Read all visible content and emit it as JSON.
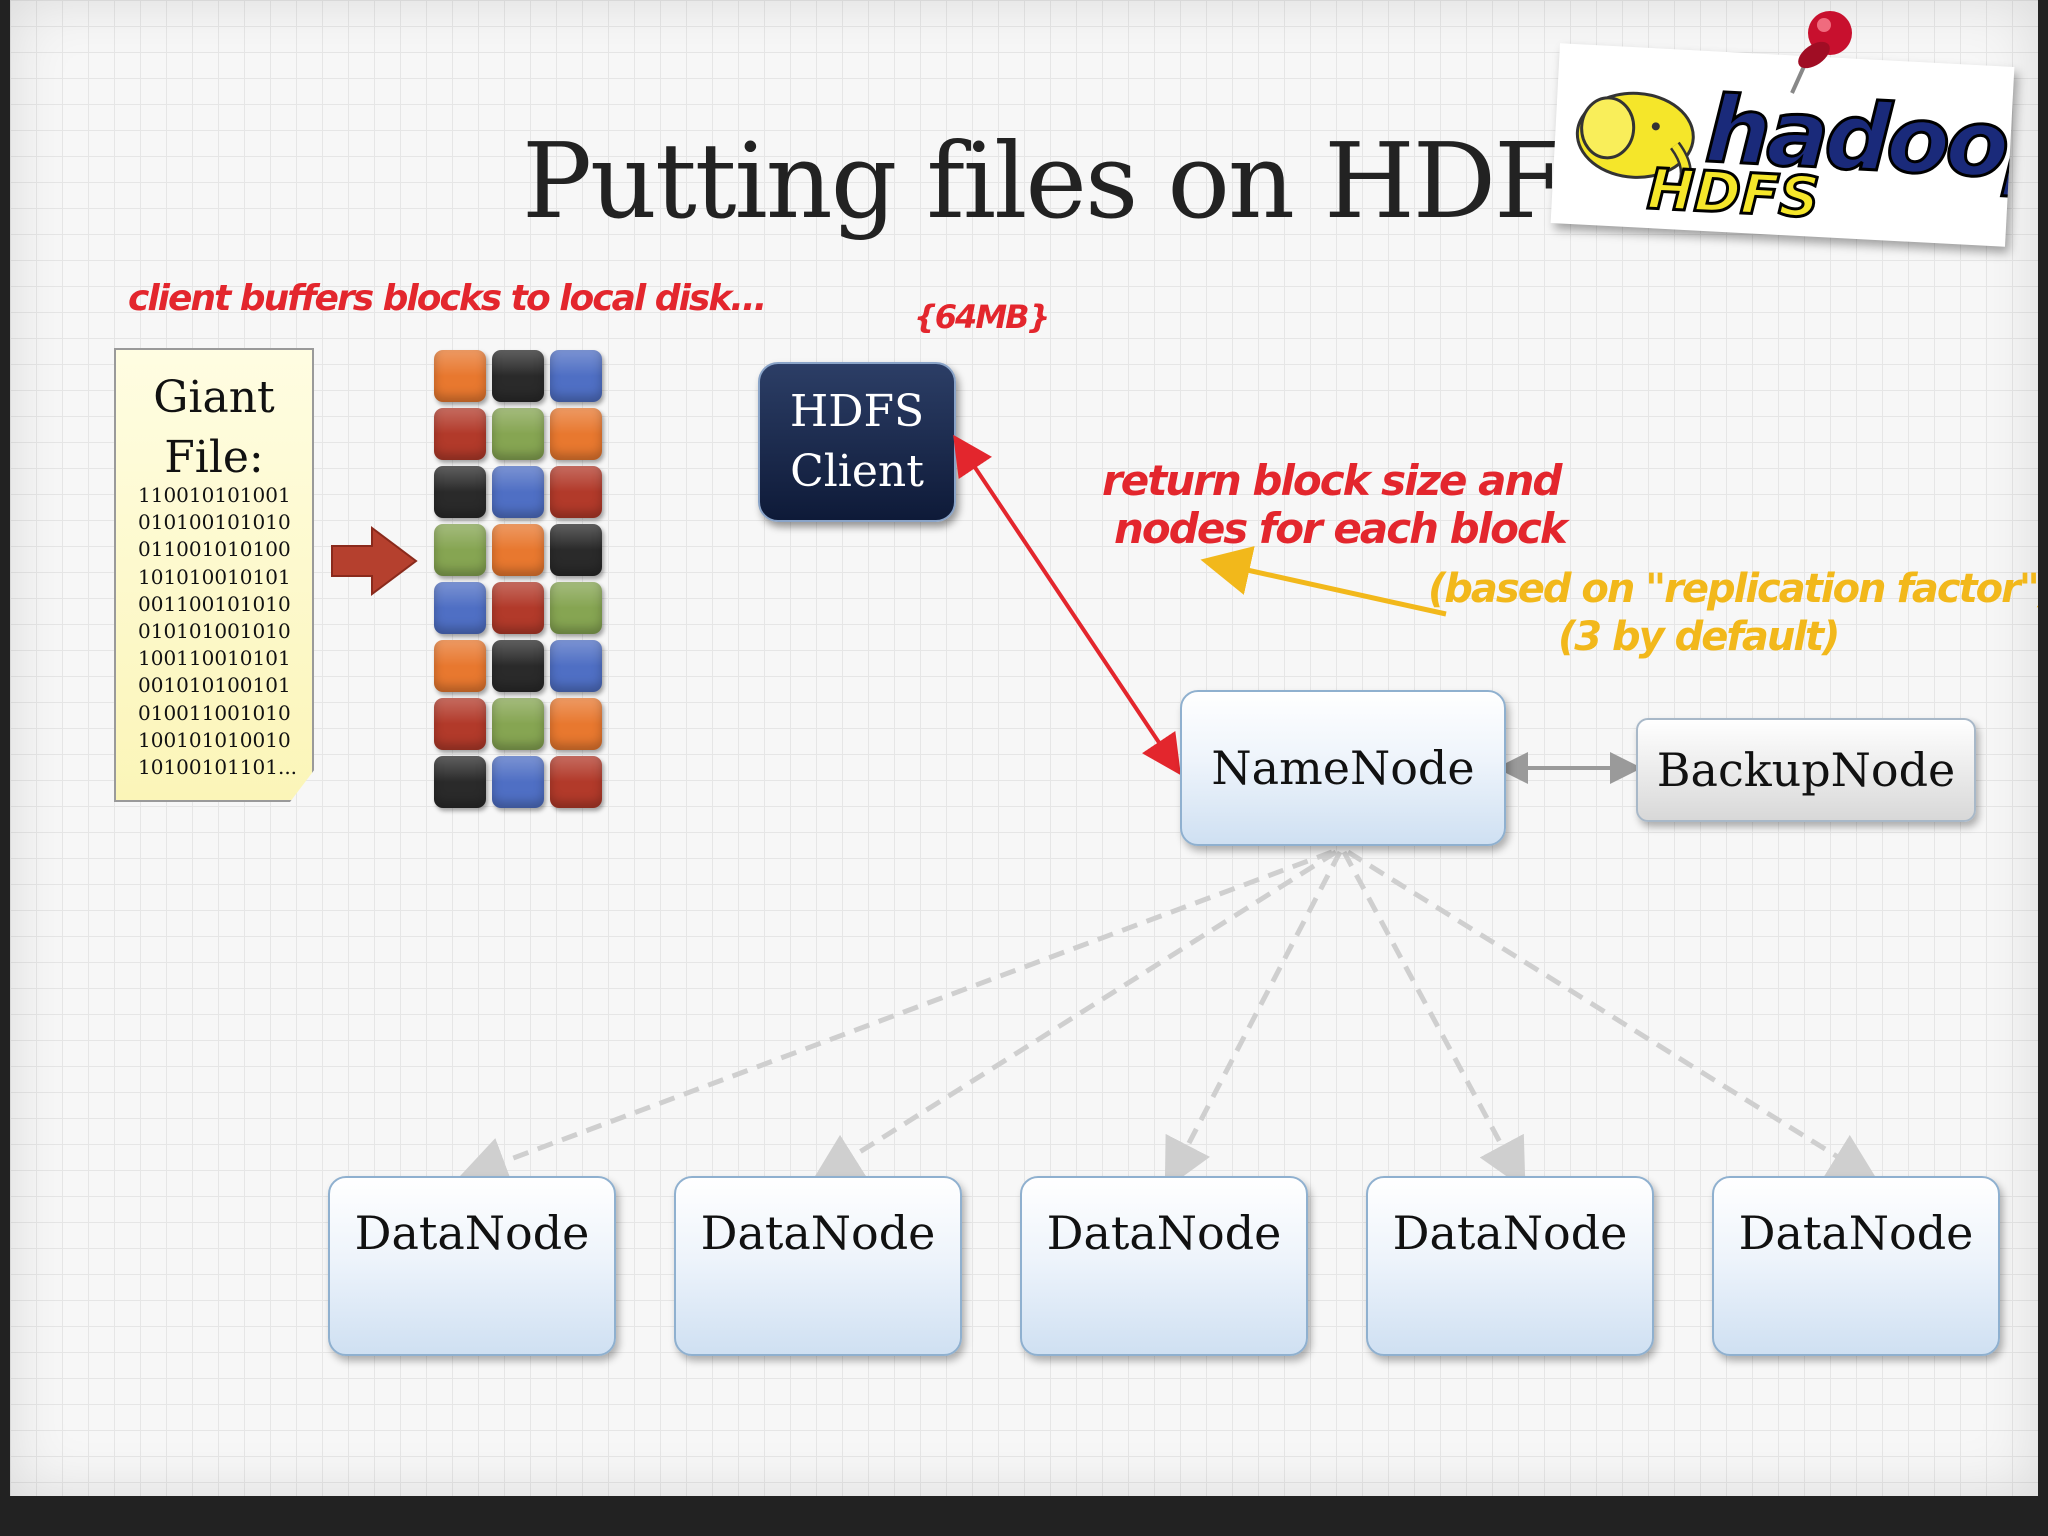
{
  "slide": {
    "title": "Putting files on HDFS",
    "logo": {
      "word_hadoop": "hadoop",
      "word_hdfs": "HDFS"
    },
    "note_client_buffers": "client buffers blocks to local disk...",
    "note_block_size": "{64MB}",
    "note_return_line1": "return block size and",
    "note_return_line2": "nodes for each block",
    "note_replication_line1": "(based on \"replication factor\")",
    "note_replication_line2": "(3 by default)"
  },
  "giant_file": {
    "title_line1": "Giant",
    "title_line2": "File:",
    "bits": [
      "110010101001",
      "010100101010",
      "011001010100",
      "101010010101",
      "001100101010",
      "010101001010",
      "100110010101",
      "001010100101",
      "010011001010",
      "100101010010",
      "10100101101..."
    ]
  },
  "blocks": {
    "colors": {
      "orange": "#e8782f",
      "black": "#2a2a2a",
      "blue": "#4f6fc4",
      "red": "#b23a2a",
      "green": "#86a552"
    },
    "grid": [
      [
        "orange",
        "black",
        "blue"
      ],
      [
        "red",
        "green",
        "orange"
      ],
      [
        "black",
        "blue",
        "red"
      ],
      [
        "green",
        "orange",
        "black"
      ],
      [
        "blue",
        "red",
        "green"
      ],
      [
        "orange",
        "black",
        "blue"
      ],
      [
        "red",
        "green",
        "orange"
      ],
      [
        "black",
        "blue",
        "red"
      ]
    ]
  },
  "nodes": {
    "hdfs_client_line1": "HDFS",
    "hdfs_client_line2": "Client",
    "namenode": "NameNode",
    "backupnode": "BackupNode",
    "datanodes": [
      "DataNode",
      "DataNode",
      "DataNode",
      "DataNode",
      "DataNode"
    ]
  },
  "colors": {
    "annotation_red": "#e3262d",
    "annotation_yellow": "#f2b81b",
    "arrow_big": "#b5402e",
    "dashed": "#cfcfcf"
  }
}
